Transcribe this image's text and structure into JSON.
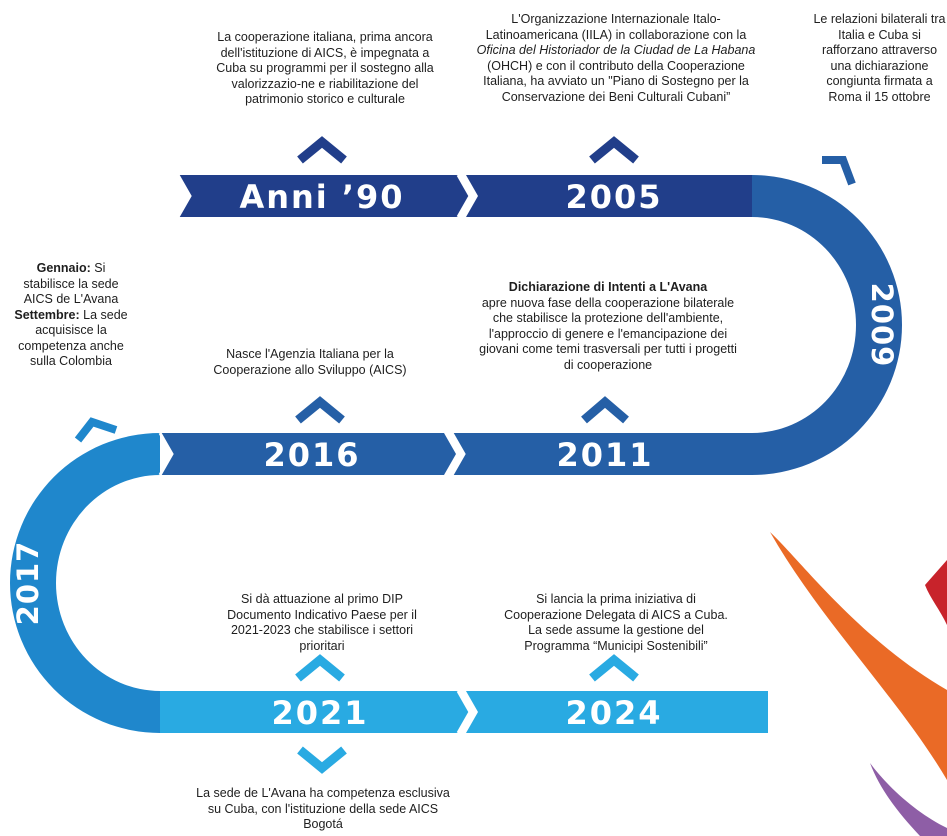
{
  "colors": {
    "dark_blue": "#213e8a",
    "mid_blue": "#255fa6",
    "light_blue": "#1f87cc",
    "sky_blue": "#29aae2",
    "orange": "#ea6a26",
    "red": "#c8232b",
    "purple": "#8e5ea6"
  },
  "milestones": [
    {
      "year": "Anni ’90"
    },
    {
      "year": "2005"
    },
    {
      "year": "2009"
    },
    {
      "year": "2011"
    },
    {
      "year": "2016"
    },
    {
      "year": "2017"
    },
    {
      "year": "2021"
    },
    {
      "year": "2024"
    }
  ],
  "texts": {
    "anni90": "La cooperazione italiana, prima ancora dell'istituzione di AICS, è impegnata a Cuba su programmi per il sostegno alla valorizzazio-ne e riabilitazione del patrimonio storico e culturale",
    "y2005": {
      "pre": "L'Organizzazione Internazionale Italo-Latinoamericana (IILA) in collaborazione con la ",
      "italic1": "Oficina del Historiador de la Ciudad de La Habana",
      "mid": " (OHCH) e con il contributo della Cooperazione Italiana, ha avviato un \"Piano di Sostegno per la Conservazione dei Beni Culturali Cubani”"
    },
    "y2009": "Le relazioni bilaterali tra Italia e Cuba si rafforzano attraverso una dichiarazione congiunta firmata a Roma il 15 ottobre",
    "y2011": {
      "bold": "Dichiarazione di Intenti a L'Avana",
      "rest": "apre nuova fase della cooperazione bilaterale che stabilisce la protezione dell'ambiente, l'approccio di genere e l'emancipazione dei giovani come temi trasversali per tutti i progetti di cooperazione"
    },
    "y2016": "Nasce l'Agenzia Italiana per la Cooperazione allo Sviluppo (AICS)",
    "y2017": {
      "b1": "Gennaio:",
      "t1": " Si stabilisce la sede AICS de L'Avana ",
      "b2": "Settembre:",
      "t2": " La sede acquisisce la competenza anche sulla Colombia"
    },
    "y2021_top": "Si dà attuazione al primo DIP Documento Indicativo Paese per il 2021-2023 che stabilisce i settori prioritari",
    "y2021_bottom": "La sede de L'Avana ha competenza esclusiva su Cuba, con l'istituzione della sede AICS Bogotá",
    "y2024": "Si lancia la prima iniziativa di Cooperazione Delegata di AICS a Cuba. La sede assume la gestione del Programma “Municipi Sostenibili”"
  }
}
